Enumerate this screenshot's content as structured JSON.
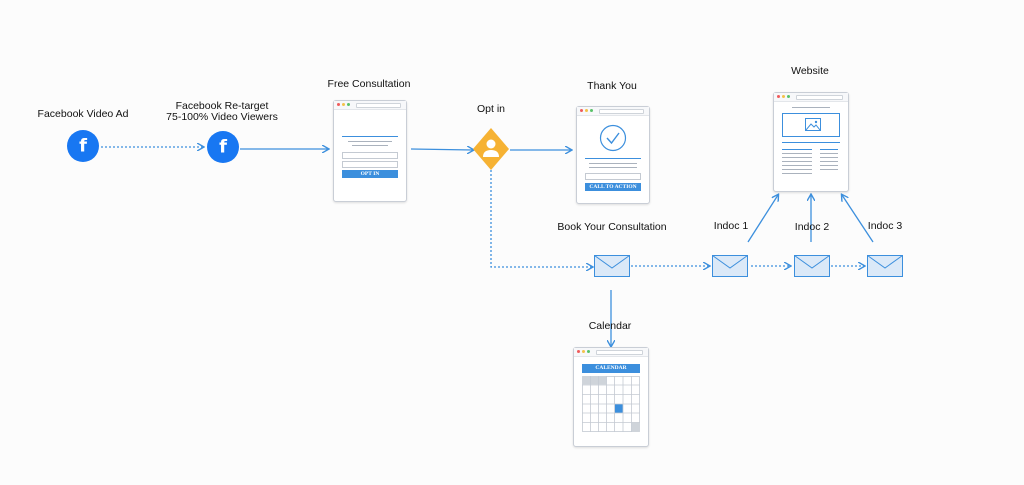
{
  "labels": {
    "fb_ad": "Facebook Video Ad",
    "fb_retarget_line1": "Facebook Re-target",
    "fb_retarget_line2": "75-100% Video Viewers",
    "free_consultation": "Free Consultation",
    "opt_in": "Opt in",
    "thank_you": "Thank You",
    "website": "Website",
    "book_consultation": "Book Your Consultation",
    "indoc1": "Indoc 1",
    "indoc2": "Indoc 2",
    "indoc3": "Indoc 3",
    "calendar": "Calendar"
  },
  "buttons": {
    "opt_in": "OPT IN",
    "call_to_action": "CALL TO ACTION",
    "calendar_header": "CALENDAR"
  },
  "icons": {
    "facebook": "f"
  },
  "colors": {
    "facebook": "#1877f2",
    "accent": "#3c8fdd",
    "optin_diamond": "#f6b233",
    "arrow": "#3c8fdd"
  }
}
